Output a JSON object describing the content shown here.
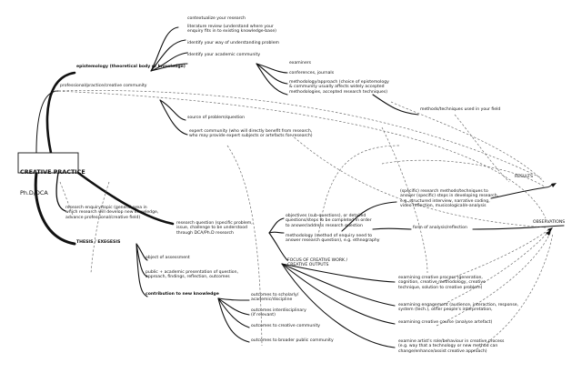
{
  "root": {
    "title": "CREATIVE PRACTICE",
    "subtitle": "Ph.D/DCA"
  },
  "branches": {
    "epistemology": "epistemology (theoretical body of knowledge)",
    "professional": "professional/practice/creative community",
    "research_enquiry": "research enquiry/topic (general area in\nwhich research will develop new knowledge,\nadvance professional/creative field)",
    "thesis": "THESIS / EXEGESIS"
  },
  "epistemology_items": {
    "contextualize": "contextualize your research",
    "literature_review": "literature review (understand where your\nenquiry fits in to existing knowledge-base)",
    "identify_way": "identify your way of understanding problem",
    "identify_community": "identify your academic community",
    "examiners": "examiners",
    "conferences": "conferences, journals",
    "methodology_approach": "methodology/approach (choice of epistemology\n& community usually affects widely accepted\nmethodologies, accepted research techniques)",
    "methods_field": "methods/techniques used in your field"
  },
  "professional_items": {
    "source_problem": "source of problem/question",
    "expert_community": "expert community (who will directly benefit from research,\nwho may provide expert subjects or artefacts for research)"
  },
  "research_items": {
    "research_question": "research question (specific problem,\nissue, challenge to be understood\nthrough DCA/Ph.D research",
    "objectives": "objectives (sub-questions), or detailed\nquestions/steps to be completed in order\nto answer/address research question",
    "methodology": "methodology (method of enquiry need to\nanswer research question), e.g. ethnography",
    "research_methods": "(specific) research methods/techniques to\nanswer (specific) steps in developing research,\ne.g. structured interview, narrative coding,\nvideo reflection, musicological/e-analysis",
    "form_analysis": "form of analysis/reflection",
    "focus": "FOCUS OF CREATIVE WORK /\nCREATIVE OUTPUTS"
  },
  "thesis_items": {
    "object_assessment": "object of assessment",
    "public_academic": "public + academic presentation of question,\napproach, findings, reflection, outcomes",
    "contribution": "contribution to new knowledge",
    "outcomes_scholarly": "outcomes to scholarly/\nacademic/discipline",
    "outcomes_interdisciplinary": "outcomes interdisciplinary\n(if relevant)",
    "outcomes_creative": "outcomes to creative community",
    "outcomes_public": "outcomes to broader public community"
  },
  "creative_items": {
    "examining_process": "examining creative process (generation,\ncognition, creative methodology, creative\ntechnique, solution to creative problem)",
    "examining_engagement": "examining engagement (audience, interaction, response,\nsystem (tech.), other people's interpretation,",
    "examining_creative": "examining creative course (analyse artefact)",
    "examine_role": "examine artist's role/behaviour in creative process\n(e.g. way that a technology or new method can\nchange/enhance/assist creative approach)"
  },
  "results": {
    "results": "RESULTS",
    "observations": "OBSERVATIONS"
  },
  "colors": {
    "line": "#111111",
    "dash": "#6d6d6d",
    "background": "#ffffff"
  }
}
